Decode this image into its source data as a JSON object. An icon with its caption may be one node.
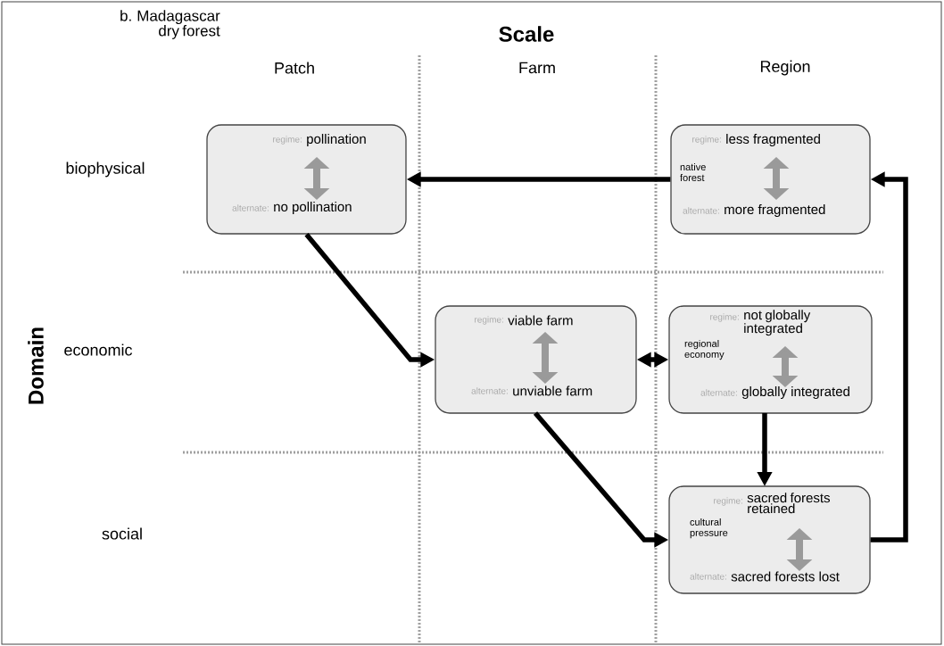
{
  "diagram": {
    "title": "Scale",
    "nodes": [
      {
        "text": [
          "regime:",
          "pollination",
          "alternate:",
          "no pollination"
        ]
      },
      {
        "text": [
          "regime:",
          "less fragmented",
          "native forest",
          "alternate:",
          "more fragmented"
        ]
      },
      {
        "text": [
          "regime:",
          "viable farm",
          "alternate:",
          "unviable farm"
        ]
      },
      {
        "text": [
          "regime:",
          "not globally integrated",
          "regional economy",
          "alternate:",
          "globally integrated"
        ]
      },
      {
        "text": [
          "regime:",
          "sacred forests retained",
          "cultural pressure",
          "alternate:",
          "sacred forests lost"
        ]
      }
    ],
    "edges": [
      {
        "from": 1,
        "to": 0,
        "arrow": "to"
      },
      {
        "from": 0,
        "to": 2,
        "arrow": "to"
      },
      {
        "from": 2,
        "to": 3,
        "arrow": "both"
      },
      {
        "from": 3,
        "to": 4,
        "arrow": "to"
      },
      {
        "from": 2,
        "to": 4,
        "arrow": "to"
      },
      {
        "from": 4,
        "to": 1,
        "arrow": "to"
      }
    ],
    "labels": [
      "b. Madagascar dry forest",
      "Patch",
      "Farm",
      "Region",
      "Domain",
      "biophysical",
      "economic",
      "social"
    ]
  }
}
